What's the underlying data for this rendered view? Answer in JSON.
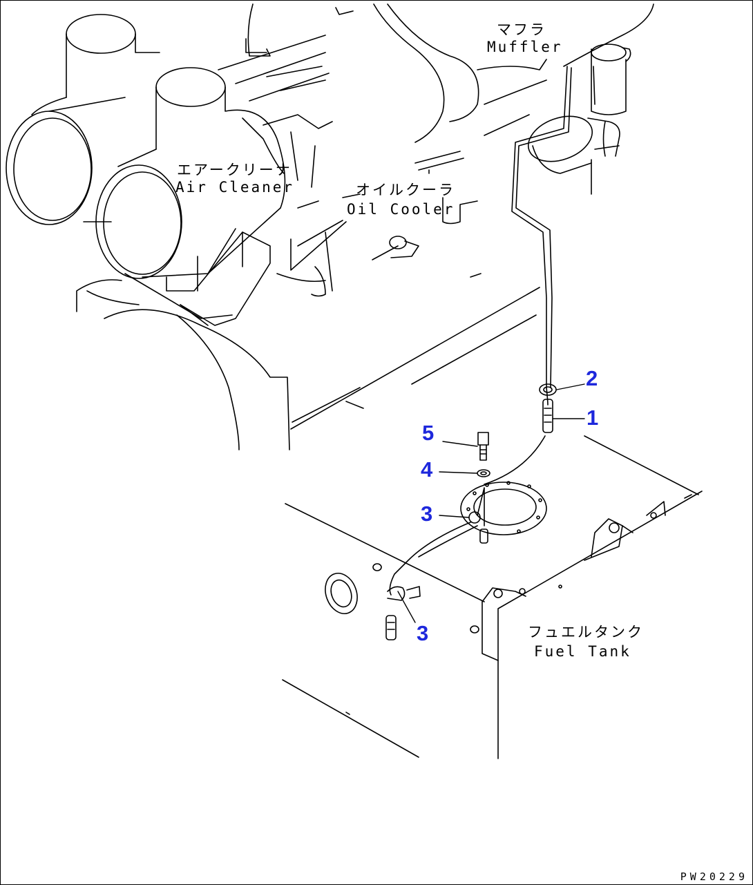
{
  "labels": {
    "muffler_jp": "マフラ",
    "muffler_en": "Muffler",
    "air_cleaner_jp": "エアークリーナ",
    "air_cleaner_en": "Air Cleaner",
    "oil_cooler_jp": "オイルクーラ",
    "oil_cooler_en": "Oil Cooler",
    "fuel_tank_jp": "フュエルタンク",
    "fuel_tank_en": "Fuel Tank"
  },
  "callouts": {
    "c1": "1",
    "c2": "2",
    "c3a": "3",
    "c3b": "3",
    "c4": "4",
    "c5": "5"
  },
  "drawing_code": "PW20229",
  "colors": {
    "callout": "#1e28dc",
    "line": "#000000"
  }
}
